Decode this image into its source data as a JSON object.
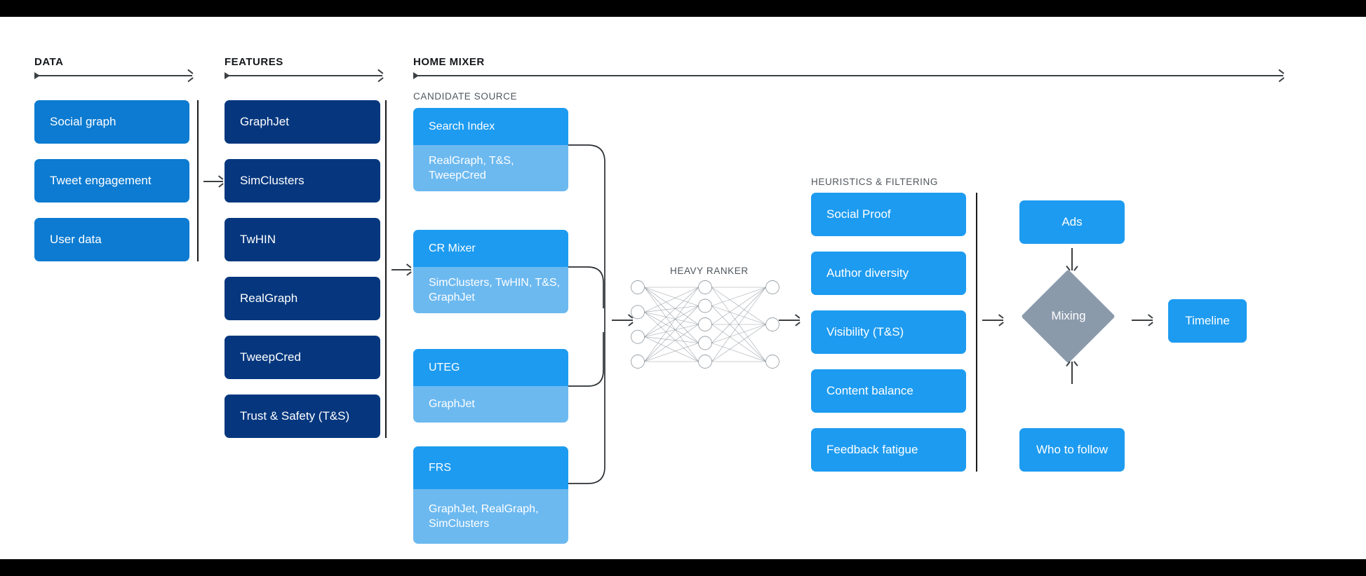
{
  "sections": {
    "data": {
      "label": "DATA"
    },
    "features": {
      "label": "FEATURES"
    },
    "home_mixer": {
      "label": "HOME MIXER"
    },
    "candidate_source": {
      "label": "CANDIDATE SOURCE"
    },
    "heavy_ranker": {
      "label": "HEAVY RANKER"
    },
    "heuristics": {
      "label": "HEURISTICS & FILTERING"
    }
  },
  "data_cards": [
    {
      "label": "Social graph"
    },
    {
      "label": "Tweet engagement"
    },
    {
      "label": "User data"
    }
  ],
  "feature_cards": [
    {
      "label": "GraphJet"
    },
    {
      "label": "SimClusters"
    },
    {
      "label": "TwHIN"
    },
    {
      "label": "RealGraph"
    },
    {
      "label": "TweepCred"
    },
    {
      "label": "Trust & Safety (T&S)"
    }
  ],
  "candidate_sources": [
    {
      "title": "Search Index",
      "features": "RealGraph, T&S, TweepCred"
    },
    {
      "title": "CR Mixer",
      "features": "SimClusters, TwHIN, T&S, GraphJet"
    },
    {
      "title": "UTEG",
      "features": "GraphJet"
    },
    {
      "title": "FRS",
      "features": "GraphJet, RealGraph, SimClusters"
    }
  ],
  "heuristic_cards": [
    {
      "label": "Social Proof"
    },
    {
      "label": "Author diversity"
    },
    {
      "label": "Visibility (T&S)"
    },
    {
      "label": "Content balance"
    },
    {
      "label": "Feedback fatigue"
    }
  ],
  "outputs": {
    "ads": "Ads",
    "mixing": "Mixing",
    "who_to_follow": "Who to follow",
    "timeline": "Timeline"
  },
  "network": {
    "input_nodes": 4,
    "hidden_nodes": 5,
    "output_nodes": 3
  },
  "colors": {
    "data_blue": "#0c7bd1",
    "feature_navy": "#06377e",
    "accent_blue": "#1d9bf0",
    "light_blue": "#6cb9f0",
    "diamond_gray": "#8b9aab",
    "rule_dark": "#1a1a1a",
    "text_muted": "#50575e",
    "background": "#ffffff",
    "letterbox": "#000000"
  }
}
